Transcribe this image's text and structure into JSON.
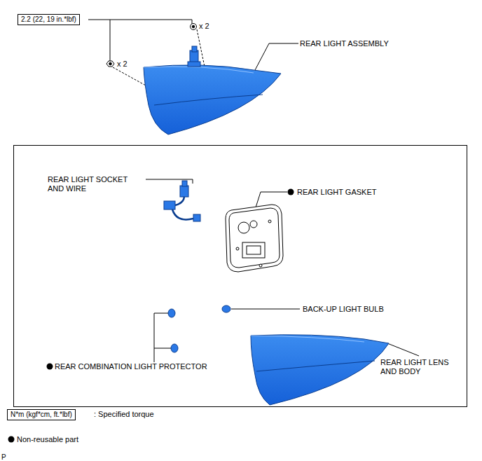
{
  "diagram": {
    "nodes": [
      {
        "text": [
          "2.2 (22, 19 in.*lbf)"
        ]
      },
      {
        "text": [
          "N*m (kgf*cm, ft.*lbf)"
        ]
      }
    ],
    "labels": [
      "x 2",
      "x 2",
      "REAR LIGHT ASSEMBLY",
      "REAR LIGHT SOCKET AND WIRE",
      "REAR LIGHT GASKET",
      "BACK-UP LIGHT BULB",
      "REAR COMBINATION LIGHT PROTECTOR",
      "REAR LIGHT LENS AND BODY",
      ": Specified torque",
      "P"
    ],
    "legend": [
      {
        "text": "Non-reusable part"
      }
    ]
  }
}
